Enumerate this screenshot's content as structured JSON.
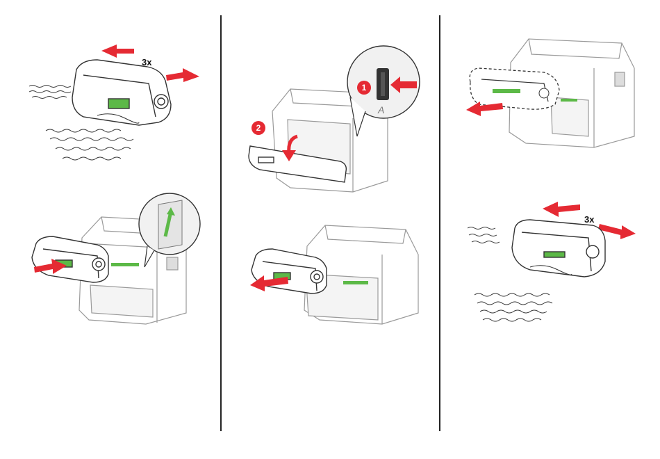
{
  "colors": {
    "accent_red": "#e52a33",
    "accent_green": "#5cb947",
    "line": "#333333",
    "light_line": "#9a9a9a",
    "badge_red": "#e52a33"
  },
  "icons": [
    "arrow-icon",
    "hand-icon",
    "printer-icon",
    "cartridge-icon",
    "imaging-unit-icon",
    "latch-icon"
  ],
  "steps": {
    "shake_toner_label": "3x",
    "press_latch_badge": "1",
    "open_door_badge": "2",
    "latch_letter": "A",
    "shake_imaging_label": "3x"
  }
}
